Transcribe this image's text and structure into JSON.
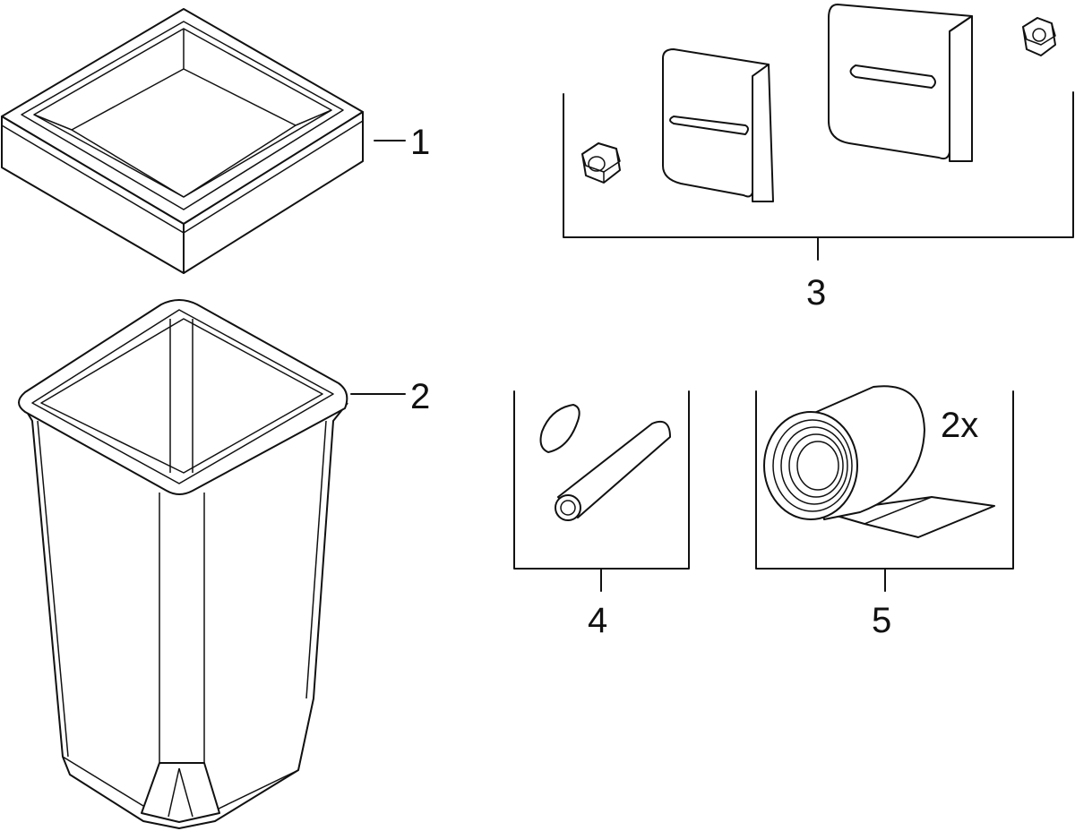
{
  "labels": {
    "part1": "1",
    "part2": "2",
    "part3": "3",
    "part4": "4",
    "part5": "5",
    "quantity5": "2x"
  },
  "colors": {
    "line": "#111111",
    "background": "#ffffff"
  }
}
